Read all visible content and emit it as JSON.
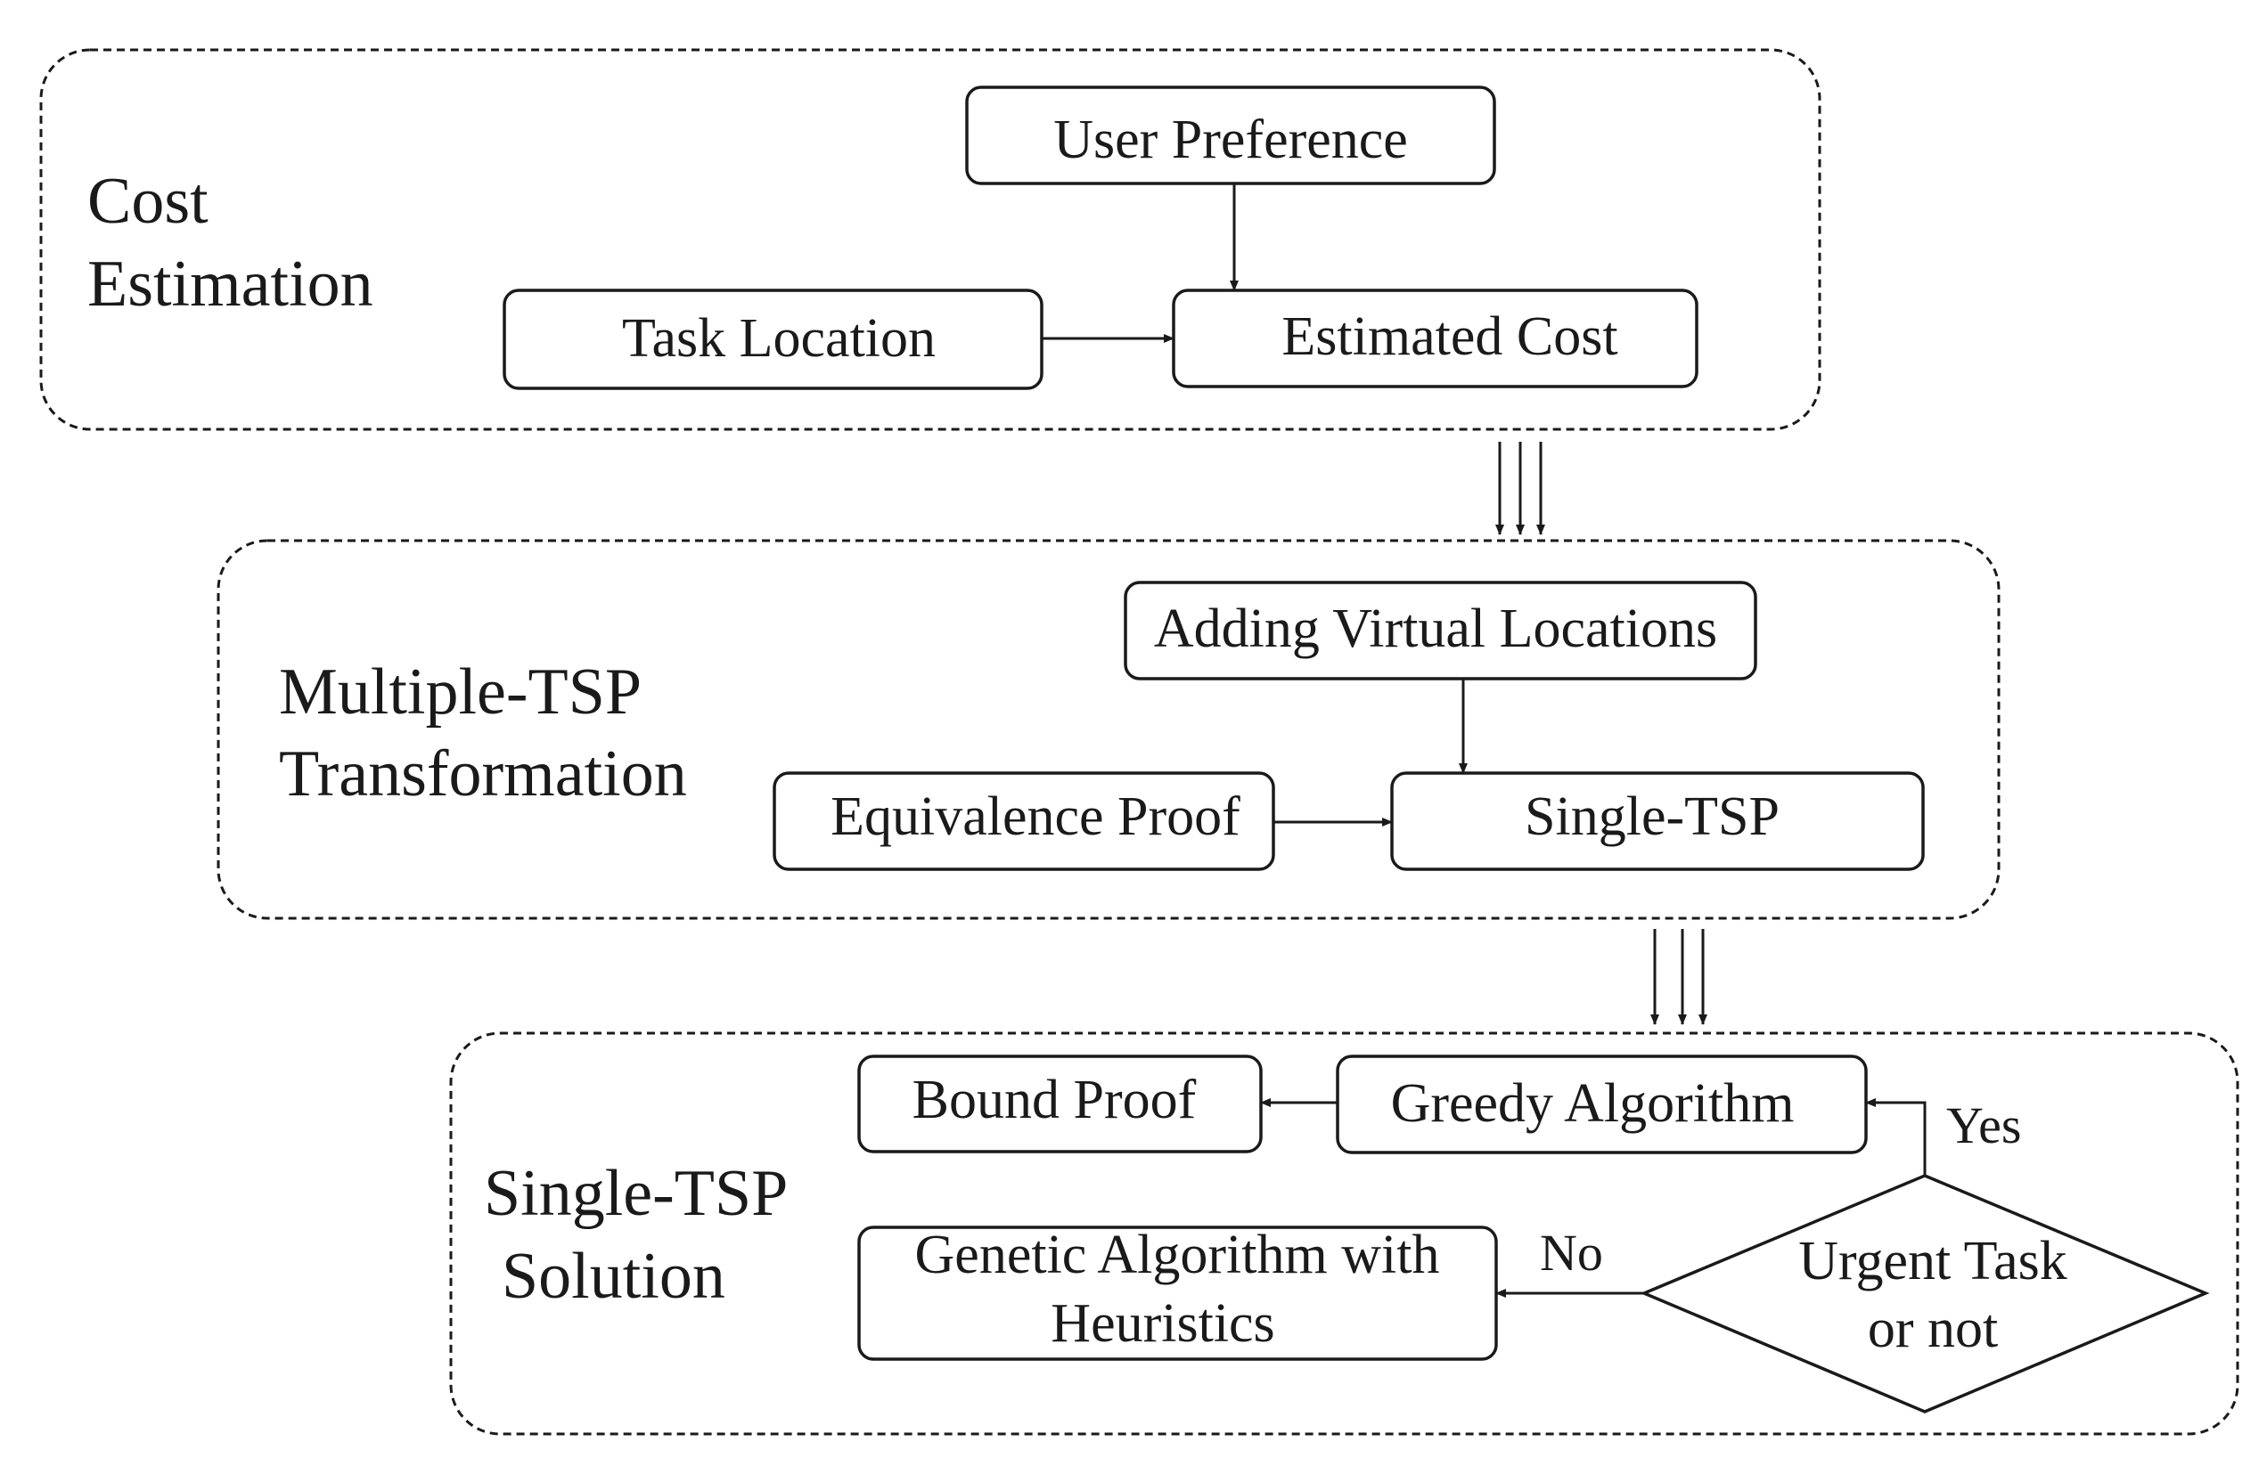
{
  "stages": {
    "cost_estimation": {
      "title_line1": "Cost",
      "title_line2": "Estimation",
      "nodes": {
        "user_preference": "User Preference",
        "task_location": "Task Location",
        "estimated_cost": "Estimated Cost"
      }
    },
    "multiple_tsp": {
      "title_line1": "Multiple-TSP",
      "title_line2": "Transformation",
      "nodes": {
        "adding_virtual_locations": "Adding Virtual Locations",
        "equivalence_proof": "Equivalence Proof",
        "single_tsp": "Single-TSP"
      }
    },
    "single_tsp_solution": {
      "title_line1": "Single-TSP",
      "title_line2": "Solution",
      "nodes": {
        "bound_proof": "Bound Proof",
        "greedy_algorithm": "Greedy Algorithm",
        "genetic_line1": "Genetic Algorithm with",
        "genetic_line2": "Heuristics",
        "decision_line1": "Urgent Task",
        "decision_line2": "or not"
      },
      "edges": {
        "yes": "Yes",
        "no": "No"
      }
    }
  }
}
